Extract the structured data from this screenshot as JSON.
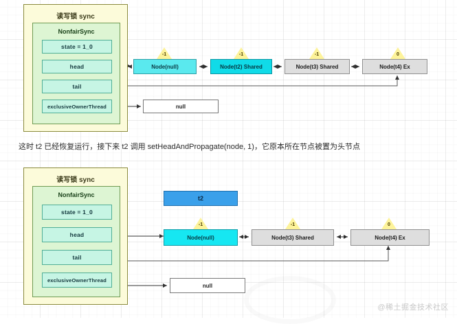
{
  "watermark": "@稀土掘金技术社区",
  "caption": "这时 t2 已经恢复运行，接下来 t2 调用 setHeadAndPropagate(node, 1)，它原本所在节点被置为头节点",
  "diagram1": {
    "sync_title": "读写锁 sync",
    "nonfair_title": "NonfairSync",
    "fields": [
      {
        "label": "state = 1_0"
      },
      {
        "label": "head"
      },
      {
        "label": "tail"
      },
      {
        "label": "exclusiveOwnerThread"
      }
    ],
    "nodes": [
      {
        "label": "Node(null)",
        "waitStatus": "-1",
        "style": "cyan"
      },
      {
        "label": "Node(t2) Shared",
        "waitStatus": "-1",
        "style": "cyan-deep"
      },
      {
        "label": "Node(t3) Shared",
        "waitStatus": "-1",
        "style": "gray"
      },
      {
        "label": "Node(t4) Ex",
        "waitStatus": "0",
        "style": "gray"
      }
    ],
    "null_box": "null"
  },
  "diagram2": {
    "sync_title": "读写锁 sync",
    "nonfair_title": "NonfairSync",
    "fields": [
      {
        "label": "state = 1_0"
      },
      {
        "label": "head"
      },
      {
        "label": "tail"
      },
      {
        "label": "exclusiveOwnerThread"
      }
    ],
    "thread_box": "t2",
    "nodes": [
      {
        "label": "Node(null)",
        "waitStatus": "-1",
        "style": "cyan-bright"
      },
      {
        "label": "Node(t3) Shared",
        "waitStatus": "-1",
        "style": "gray"
      },
      {
        "label": "Node(t4) Ex",
        "waitStatus": "0",
        "style": "gray"
      }
    ],
    "null_box": "null"
  },
  "colors": {
    "sync_panel_bg": "#fcfbda",
    "sync_panel_border": "#8a8a3c",
    "nonfair_bg": "#ddf5d3",
    "nonfair_border": "#6f9a52",
    "field_bg": "#c6f5e4",
    "field_border": "#4fae96",
    "node_gray_bg": "#dedede",
    "node_cyan_bg": "#5ae9ee",
    "node_cyan_bright_bg": "#16e7f2",
    "thread_blue_bg": "#3aa0ea",
    "waitstatus_flag": "#fdf39a"
  }
}
